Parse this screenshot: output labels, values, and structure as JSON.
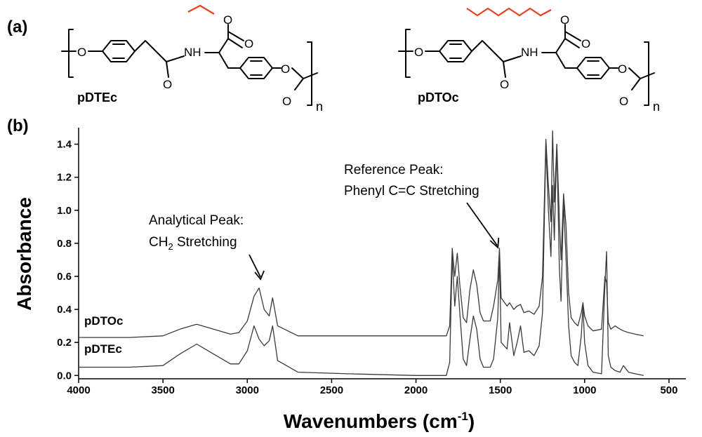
{
  "panel_a_label": "(a)",
  "panel_b_label": "(b)",
  "structures": [
    {
      "name": "pDTEc",
      "subscript": "n",
      "atoms": {
        "o1": "O",
        "nh": "NH",
        "o_ester1": "O",
        "o_ester2": "O",
        "o_amide": "O",
        "o_carb1": "O",
        "o_carb2": "O"
      }
    },
    {
      "name": "pDTOc",
      "subscript": "n",
      "atoms": {
        "o1": "O",
        "nh": "NH",
        "o_ester1": "O",
        "o_ester2": "O",
        "o_amide": "O",
        "o_carb1": "O",
        "o_carb2": "O"
      }
    }
  ],
  "colors": {
    "alkyl_chain": "#e8411e",
    "spectrum": "#3a3a3a"
  },
  "chart_data": {
    "type": "line",
    "xlabel_main": "Wavenumbers (cm",
    "xlabel_sup": "-1",
    "xlabel_close": ")",
    "ylabel": "Absorbance",
    "xlim": [
      4000,
      400
    ],
    "ylim": [
      -0.02,
      1.5
    ],
    "x_reversed": true,
    "xticks": [
      4000,
      3500,
      3000,
      2500,
      2000,
      1500,
      1000,
      500
    ],
    "xtick_labels": [
      "4000",
      "3500",
      "3000",
      "2500",
      "2000",
      "1500",
      "1000",
      "500"
    ],
    "yticks": [
      0.0,
      0.2,
      0.4,
      0.6,
      0.8,
      1.0,
      1.2,
      1.4
    ],
    "ytick_labels": [
      "0.0",
      "0.2",
      "0.4",
      "0.6",
      "0.8",
      "1.0",
      "1.2",
      "1.4"
    ],
    "grid": false,
    "series": [
      {
        "name": "pDTEc",
        "x": [
          4000,
          3700,
          3500,
          3400,
          3300,
          3200,
          3100,
          3050,
          3000,
          2960,
          2930,
          2900,
          2870,
          2850,
          2820,
          2700,
          2400,
          2000,
          1820,
          1800,
          1785,
          1770,
          1755,
          1740,
          1720,
          1700,
          1680,
          1660,
          1640,
          1620,
          1600,
          1560,
          1540,
          1515,
          1505,
          1495,
          1460,
          1445,
          1420,
          1400,
          1380,
          1360,
          1330,
          1300,
          1270,
          1250,
          1230,
          1215,
          1200,
          1190,
          1180,
          1165,
          1150,
          1140,
          1125,
          1110,
          1095,
          1080,
          1060,
          1040,
          1020,
          1010,
          1000,
          980,
          950,
          900,
          880,
          870,
          860,
          845,
          820,
          790,
          770,
          740,
          700,
          650
        ],
        "y": [
          0.05,
          0.05,
          0.06,
          0.13,
          0.19,
          0.13,
          0.07,
          0.07,
          0.15,
          0.3,
          0.22,
          0.18,
          0.21,
          0.3,
          0.09,
          0.02,
          0.01,
          0.0,
          0.0,
          0.08,
          0.72,
          0.42,
          0.6,
          0.38,
          0.1,
          0.06,
          0.22,
          0.36,
          0.28,
          0.1,
          0.05,
          0.05,
          0.1,
          0.35,
          0.72,
          0.2,
          0.16,
          0.32,
          0.12,
          0.2,
          0.3,
          0.14,
          0.15,
          0.12,
          0.18,
          0.38,
          1.4,
          1.0,
          0.72,
          1.15,
          0.82,
          1.4,
          0.65,
          0.45,
          1.05,
          0.7,
          0.3,
          0.12,
          0.08,
          0.06,
          0.24,
          0.42,
          0.2,
          0.06,
          0.02,
          0.01,
          0.55,
          0.75,
          0.12,
          0.05,
          0.03,
          0.02,
          0.06,
          0.02,
          0.01,
          0.0
        ]
      },
      {
        "name": "pDTOc",
        "x": [
          4000,
          3700,
          3500,
          3400,
          3300,
          3200,
          3100,
          3050,
          3000,
          2960,
          2930,
          2900,
          2870,
          2850,
          2820,
          2700,
          2400,
          2000,
          1820,
          1800,
          1785,
          1770,
          1755,
          1740,
          1720,
          1700,
          1680,
          1660,
          1640,
          1620,
          1600,
          1560,
          1540,
          1515,
          1505,
          1495,
          1460,
          1445,
          1420,
          1400,
          1380,
          1360,
          1330,
          1300,
          1270,
          1250,
          1230,
          1215,
          1200,
          1190,
          1180,
          1165,
          1150,
          1140,
          1125,
          1110,
          1095,
          1080,
          1060,
          1040,
          1020,
          1010,
          1000,
          980,
          950,
          900,
          880,
          870,
          860,
          845,
          820,
          790,
          770,
          740,
          700,
          650
        ],
        "y": [
          0.23,
          0.23,
          0.24,
          0.28,
          0.31,
          0.28,
          0.25,
          0.26,
          0.33,
          0.48,
          0.53,
          0.4,
          0.36,
          0.47,
          0.3,
          0.24,
          0.24,
          0.24,
          0.24,
          0.3,
          0.77,
          0.6,
          0.74,
          0.55,
          0.35,
          0.32,
          0.52,
          0.64,
          0.55,
          0.38,
          0.33,
          0.33,
          0.42,
          0.58,
          0.77,
          0.47,
          0.42,
          0.44,
          0.4,
          0.42,
          0.43,
          0.38,
          0.39,
          0.37,
          0.42,
          0.6,
          1.43,
          1.15,
          0.93,
          1.48,
          1.05,
          1.4,
          0.95,
          0.7,
          1.1,
          0.9,
          0.5,
          0.35,
          0.32,
          0.3,
          0.38,
          0.44,
          0.36,
          0.3,
          0.27,
          0.28,
          0.6,
          0.56,
          0.32,
          0.28,
          0.3,
          0.28,
          0.27,
          0.26,
          0.25,
          0.24
        ]
      }
    ],
    "series_labels": [
      {
        "text": "pDTOc",
        "series": "pDTOc"
      },
      {
        "text": "pDTEc",
        "series": "pDTEc"
      }
    ],
    "annotations": [
      {
        "line1": "Analytical Peak:",
        "line2_main": "CH",
        "line2_sub": "2",
        "line2_rest": " Stretching",
        "target_x": 2930
      },
      {
        "line1": "Reference Peak:",
        "line2": "Phenyl C=C Stretching",
        "target_x": 1510
      }
    ]
  }
}
